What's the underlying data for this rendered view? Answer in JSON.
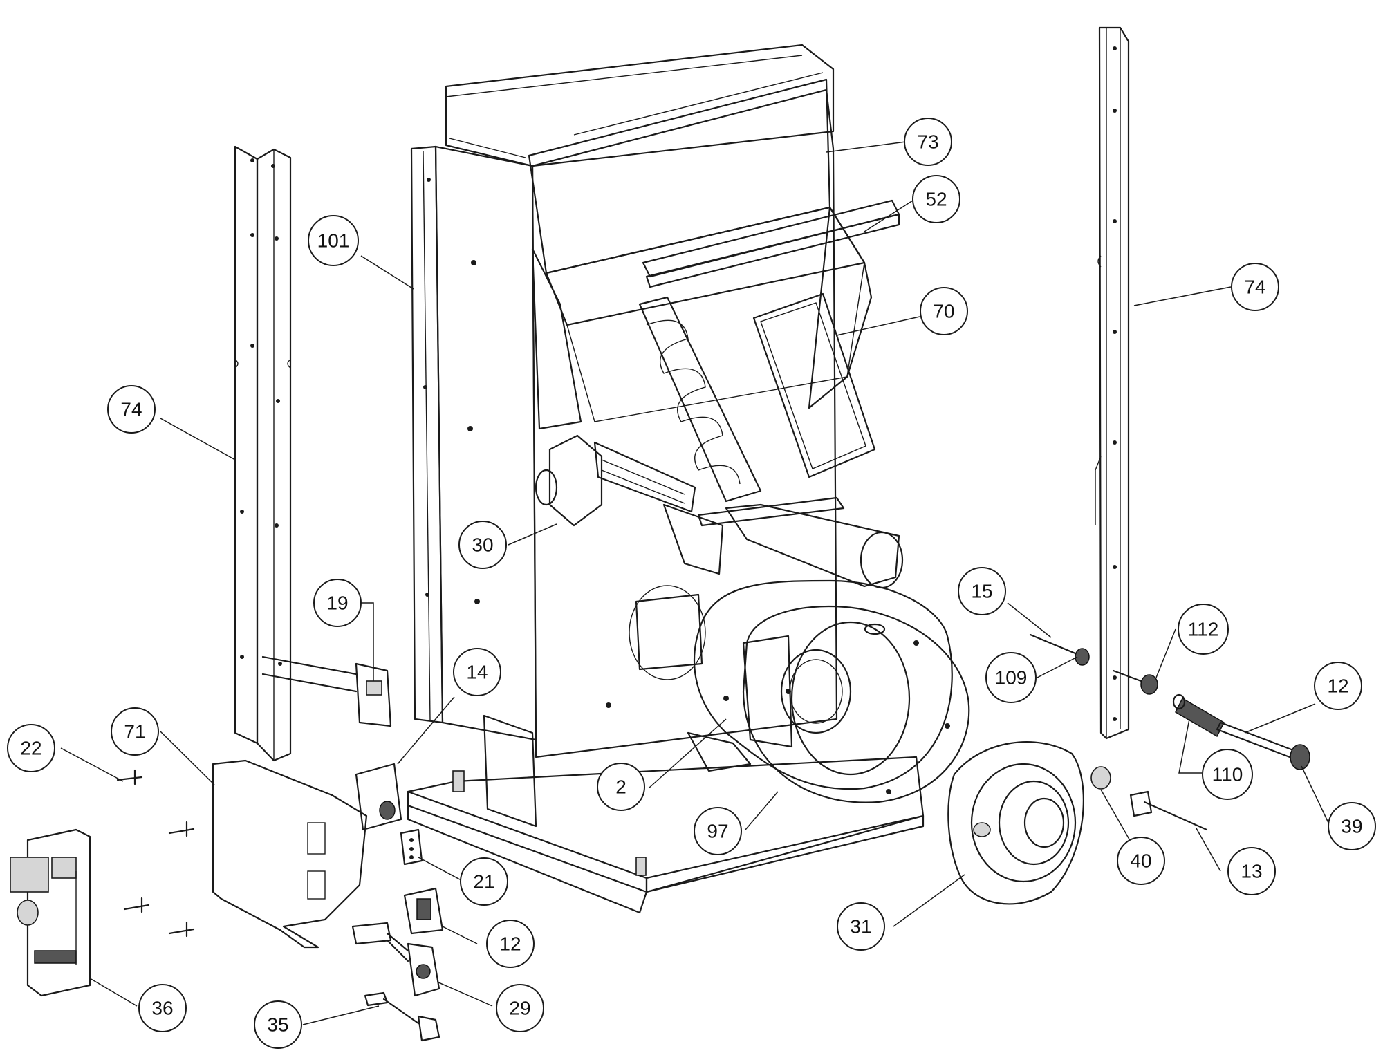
{
  "callouts": [
    {
      "id": "c73a",
      "label": "73"
    },
    {
      "id": "c52",
      "label": "52"
    },
    {
      "id": "c101",
      "label": "101"
    },
    {
      "id": "c74a",
      "label": "74"
    },
    {
      "id": "c74b",
      "label": "74"
    },
    {
      "id": "c70",
      "label": "70"
    },
    {
      "id": "c30",
      "label": "30"
    },
    {
      "id": "c19",
      "label": "19"
    },
    {
      "id": "c14",
      "label": "14"
    },
    {
      "id": "c15",
      "label": "15"
    },
    {
      "id": "c112",
      "label": "112"
    },
    {
      "id": "c109",
      "label": "109"
    },
    {
      "id": "c12a",
      "label": "12"
    },
    {
      "id": "c22",
      "label": "22"
    },
    {
      "id": "c71",
      "label": "71"
    },
    {
      "id": "c2",
      "label": "2"
    },
    {
      "id": "c110",
      "label": "110"
    },
    {
      "id": "c39",
      "label": "39"
    },
    {
      "id": "c97",
      "label": "97"
    },
    {
      "id": "c40",
      "label": "40"
    },
    {
      "id": "c13",
      "label": "13"
    },
    {
      "id": "c21",
      "label": "21"
    },
    {
      "id": "c12b",
      "label": "12"
    },
    {
      "id": "c31",
      "label": "31"
    },
    {
      "id": "c36",
      "label": "36"
    },
    {
      "id": "c29",
      "label": "29"
    },
    {
      "id": "c35",
      "label": "35"
    }
  ],
  "colors": {
    "line": "#1a1a1a",
    "background": "#ffffff",
    "fill": "#d6d6d6"
  }
}
